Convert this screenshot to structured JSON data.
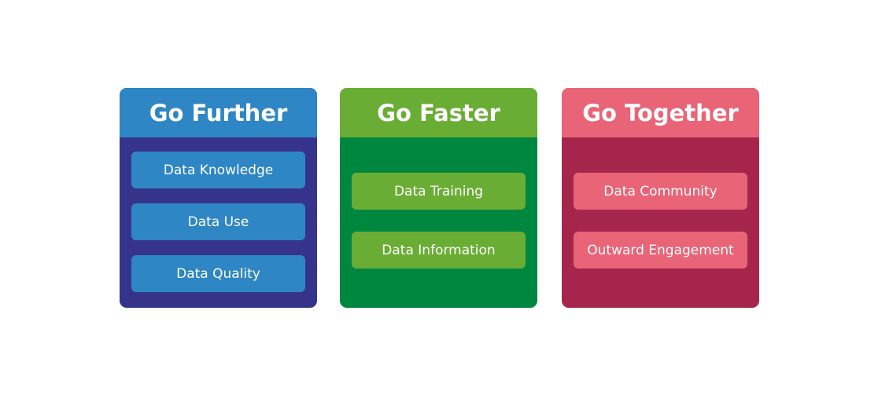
{
  "columns": [
    {
      "title": "Go Further",
      "header_color": "#2e86c4",
      "body_color": "#35348a",
      "item_color": "#2e86c4",
      "items": [
        "Data Knowledge",
        "Data Use",
        "Data Quality"
      ]
    },
    {
      "title": "Go Faster",
      "header_color": "#6aad35",
      "body_color": "#00873f",
      "item_color": "#6aad35",
      "items": [
        "Data Training",
        "Data Information"
      ]
    },
    {
      "title": "Go Together",
      "header_color": "#e96477",
      "body_color": "#a5254c",
      "item_color": "#e96477",
      "items": [
        "Data Community",
        "Outward Engagement"
      ]
    }
  ]
}
